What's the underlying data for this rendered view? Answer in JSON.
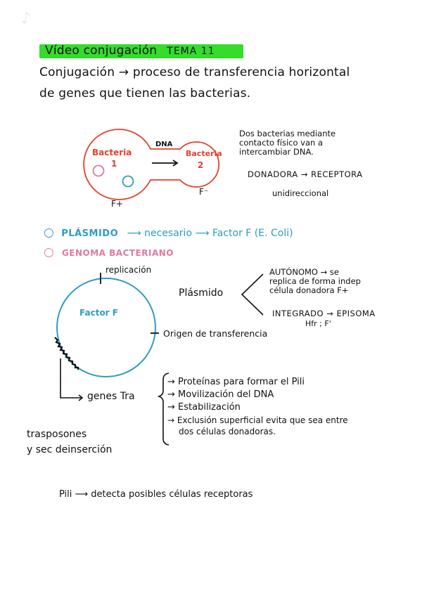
{
  "page": {
    "watermark_glyph": "♪",
    "title": {
      "text": "Vídeo conjugación",
      "tag": "TEMA 11",
      "highlight_color": "#33dd2a"
    },
    "definition": {
      "line1": "Conjugación → proceso de transferencia horizontal",
      "line2": "de genes que tienen las bacterias."
    },
    "diagram_bacteria": {
      "bacteria1": {
        "label": "Bacteria",
        "number": "1",
        "type": "F+"
      },
      "bacteria2": {
        "label": "Bacteria",
        "number": "2",
        "type": "F⁻"
      },
      "bridge_label": "DNA",
      "arrow": "⟶",
      "color": "#e2422e"
    },
    "bacteria_note": {
      "lines": [
        "Dos bacterias mediante",
        "contacto físico van a",
        "intercambiar DNA."
      ],
      "direction": "DONADORA → RECEPTORA",
      "mode": "unidireccional"
    },
    "legend": [
      {
        "symbol": "○",
        "label": "PLÁSMIDO",
        "detail": "⟶ necesario ⟶ Factor F (E. Coli)",
        "color": "#2e9dc4"
      },
      {
        "symbol": "○",
        "label": "GENOMA BACTERIANO",
        "color": "#e07a9c"
      }
    ],
    "factor_f": {
      "label": "Factor F",
      "replication_label": "replicación",
      "origin_label": "Origen de transferencia",
      "color": "#2e9dc4"
    },
    "plasmid_branch": {
      "root": "Plásmido",
      "autonomous": {
        "lines": [
          "AUTÓNOMO → se",
          "replica de forma indep",
          "célula donadora F+"
        ]
      },
      "integrated": {
        "line1": "INTEGRADO → EPISOMA",
        "line2": "Hfr ; F'"
      }
    },
    "genes_tra": {
      "label": "genes Tra",
      "items": [
        "→ Proteínas para formar el Pili",
        "→ Movilización del DNA",
        "→ Estabilización",
        "→ Exclusión superficial evita que sea entre",
        "dos células donadoras."
      ]
    },
    "transposons": {
      "line1": "trasposones",
      "line2": "y sec deinserción"
    },
    "pili": "Pili ⟶  detecta posibles células receptoras"
  }
}
